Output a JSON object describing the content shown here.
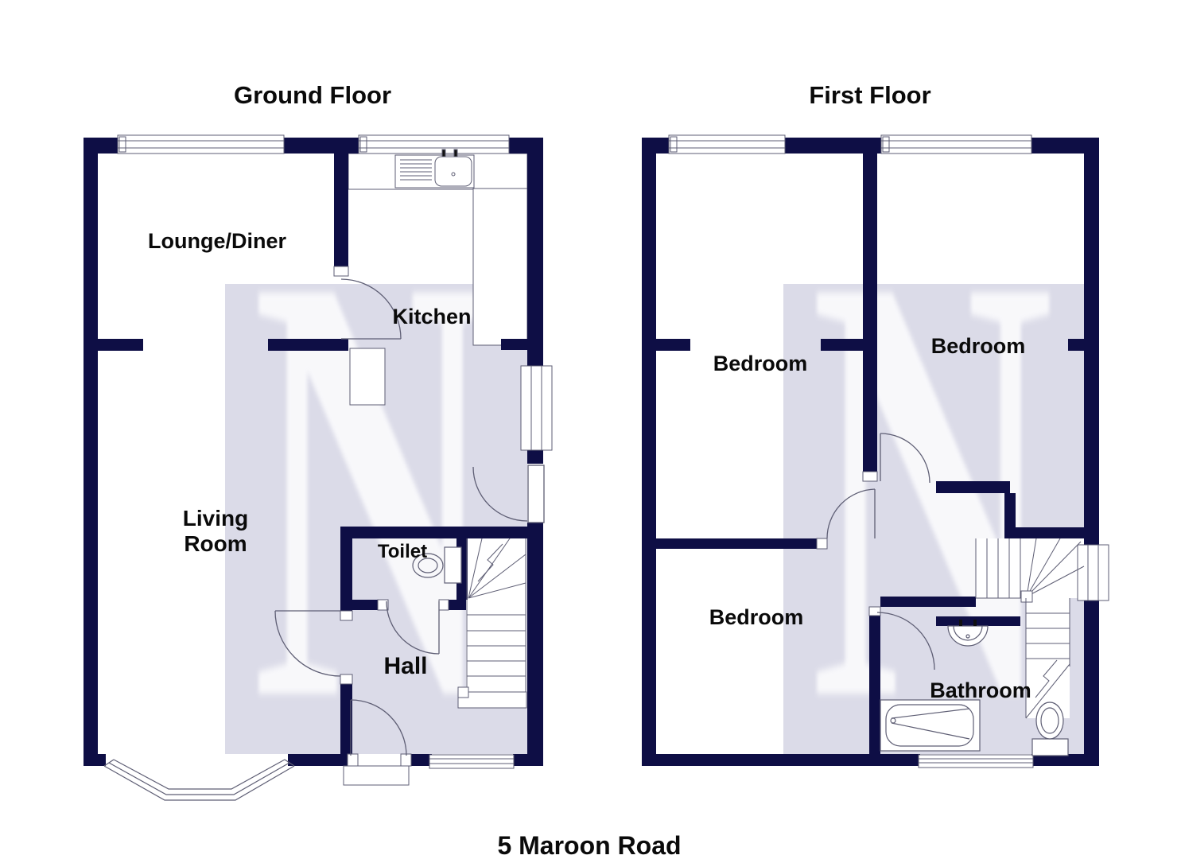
{
  "address_title": "5 Maroon Road",
  "colors": {
    "wall": "#0e0e45",
    "watermark_panel": "#dbdbe8",
    "fixture_line": "#5e5e74",
    "text": "#0a0a0a",
    "background": "#ffffff"
  },
  "watermark_letter": "N",
  "ground_floor": {
    "title": "Ground Floor",
    "rooms": {
      "lounge_diner": "Lounge/Diner",
      "kitchen": "Kitchen",
      "living_room_line1": "Living",
      "living_room_line2": "Room",
      "toilet": "Toilet",
      "hall": "Hall"
    }
  },
  "first_floor": {
    "title": "First Floor",
    "rooms": {
      "bedroom_rear_left": "Bedroom",
      "bedroom_rear_right": "Bedroom",
      "bedroom_front": "Bedroom",
      "bathroom": "Bathroom"
    }
  }
}
